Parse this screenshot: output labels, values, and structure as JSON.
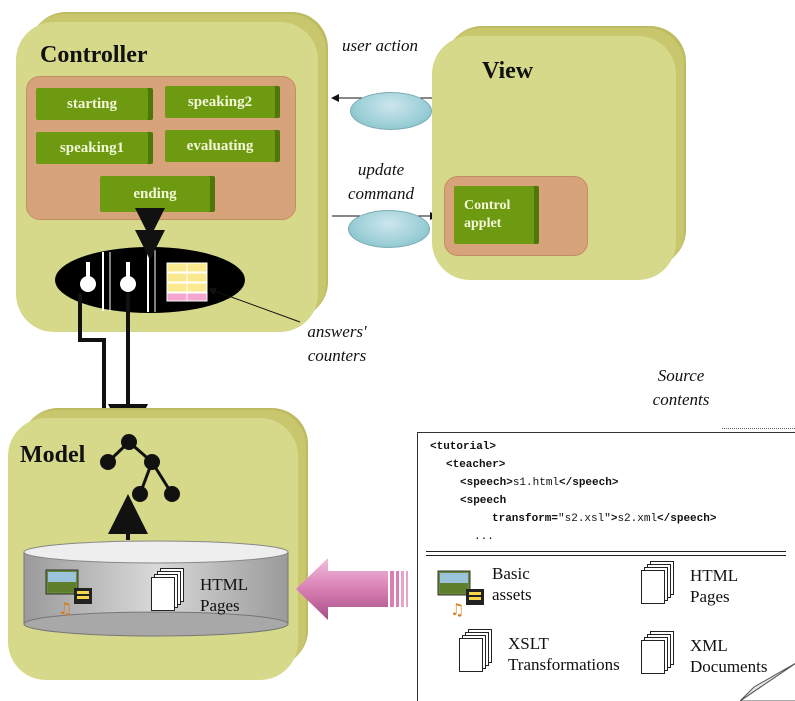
{
  "controller": {
    "title": "Controller",
    "states": [
      "starting",
      "speaking2",
      "speaking1",
      "evaluating",
      "ending"
    ]
  },
  "view": {
    "title": "View",
    "applet_label": "Control applet"
  },
  "model": {
    "title": "Model",
    "db_label": "HTML Pages"
  },
  "messages": {
    "user_action": "user action",
    "update_command": "update command",
    "answers_counters": "answers' counters",
    "source_contents": "Source contents"
  },
  "source": {
    "code_lines": [
      {
        "tag_open": "<tutorial>"
      },
      {
        "tag_open": "<teacher>"
      },
      {
        "speech_open": "<speech>",
        "file": "s1.html",
        "speech_close": "</speech>"
      },
      {
        "speech_open": "<speech"
      },
      {
        "attr": "transform=",
        "value": "\"s2.xsl\"",
        "tag_end": ">",
        "file": "s2.xml",
        "speech_close": "</speech>"
      },
      {
        "ellipsis": "..."
      }
    ],
    "assets": {
      "basic": "Basic assets",
      "html": "HTML Pages",
      "xslt": "XSLT Transformations",
      "xml": "XML Documents"
    }
  },
  "colors": {
    "box": "#d6d88a",
    "inner": "#d6a37a",
    "state": "#6d9a10",
    "arrow_pink": "#d88bb8"
  },
  "icons": [
    "picture-music-icon",
    "pages-stack-icon",
    "tree-icon",
    "ellipse-message-icon"
  ]
}
